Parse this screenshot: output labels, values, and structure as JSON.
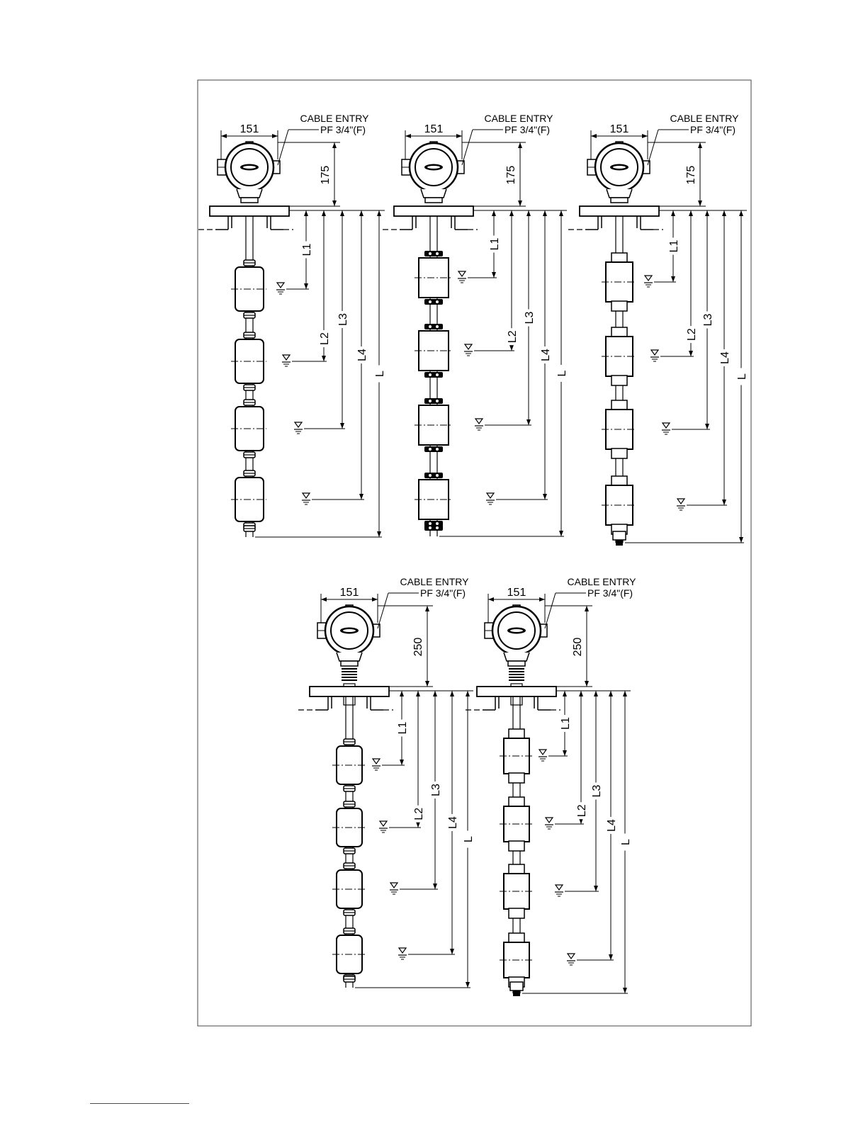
{
  "drawings": [
    {
      "width_dim": "151",
      "height_dim": "175",
      "note_line1": "CABLE ENTRY",
      "note_line2": "PF 3/4\"(F)",
      "dim_labels": [
        "L1",
        "L2",
        "L3",
        "L4",
        "L"
      ]
    },
    {
      "width_dim": "151",
      "height_dim": "175",
      "note_line1": "CABLE ENTRY",
      "note_line2": "PF 3/4\"(F)",
      "dim_labels": [
        "L1",
        "L2",
        "L3",
        "L4",
        "L"
      ]
    },
    {
      "width_dim": "151",
      "height_dim": "175",
      "note_line1": "CABLE ENTRY",
      "note_line2": "PF 3/4\"(F)",
      "dim_labels": [
        "L1",
        "L2",
        "L3",
        "L4",
        "L"
      ]
    },
    {
      "width_dim": "151",
      "height_dim": "250",
      "note_line1": "CABLE ENTRY",
      "note_line2": "PF 3/4\"(F)",
      "dim_labels": [
        "L1",
        "L2",
        "L3",
        "L4",
        "L"
      ]
    },
    {
      "width_dim": "151",
      "height_dim": "250",
      "note_line1": "CABLE ENTRY",
      "note_line2": "PF 3/4\"(F)",
      "dim_labels": [
        "L1",
        "L2",
        "L3",
        "L4",
        "L"
      ]
    }
  ]
}
